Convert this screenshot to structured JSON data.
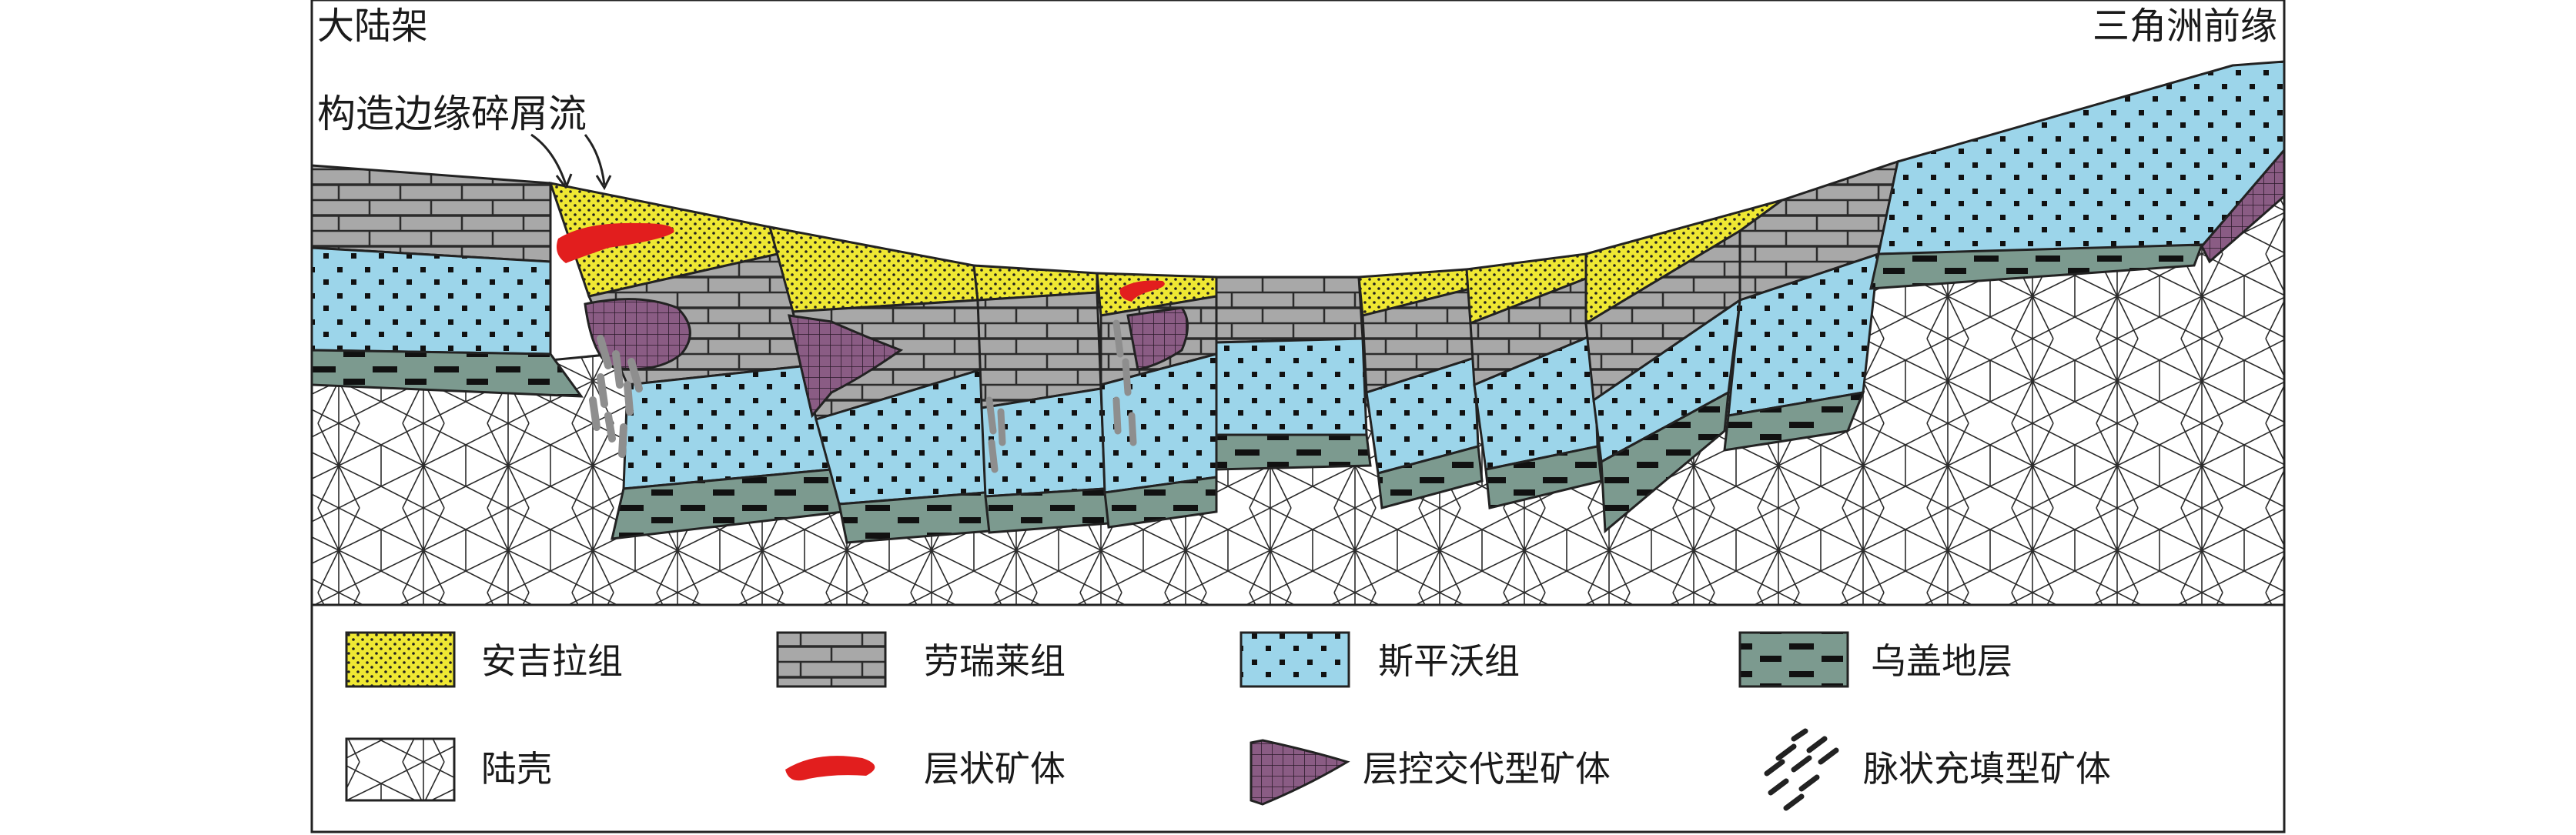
{
  "labels": {
    "shelf": "大陆架",
    "delta_front": "三角洲前缘",
    "debris_flow": "构造边缘碎屑流"
  },
  "legend": [
    {
      "key": "angela",
      "label": "安吉拉组",
      "pattern": "yellow-dots"
    },
    {
      "key": "laurie",
      "label": "劳瑞莱组",
      "pattern": "gray-bricks"
    },
    {
      "key": "spirwo",
      "label": "斯平沃组",
      "pattern": "blue-squares"
    },
    {
      "key": "wugai",
      "label": "乌盖地层",
      "pattern": "dark-dashes"
    },
    {
      "key": "crust",
      "label": "陆壳",
      "pattern": "net"
    },
    {
      "key": "stratiform",
      "label": "层状矿体",
      "pattern": "red-lens"
    },
    {
      "key": "replacement",
      "label": "层控交代型矿体",
      "pattern": "purple-grid"
    },
    {
      "key": "vein",
      "label": "脉状充填型矿体",
      "pattern": "vein-swarm"
    }
  ],
  "colors": {
    "yellow": "#efe833",
    "gray": "#a8a8a8",
    "blue": "#9cd5ea",
    "greengray": "#7c9a8f",
    "purple": "#8a5c84",
    "red": "#e21e1e",
    "veins": "#8e8e8e"
  }
}
